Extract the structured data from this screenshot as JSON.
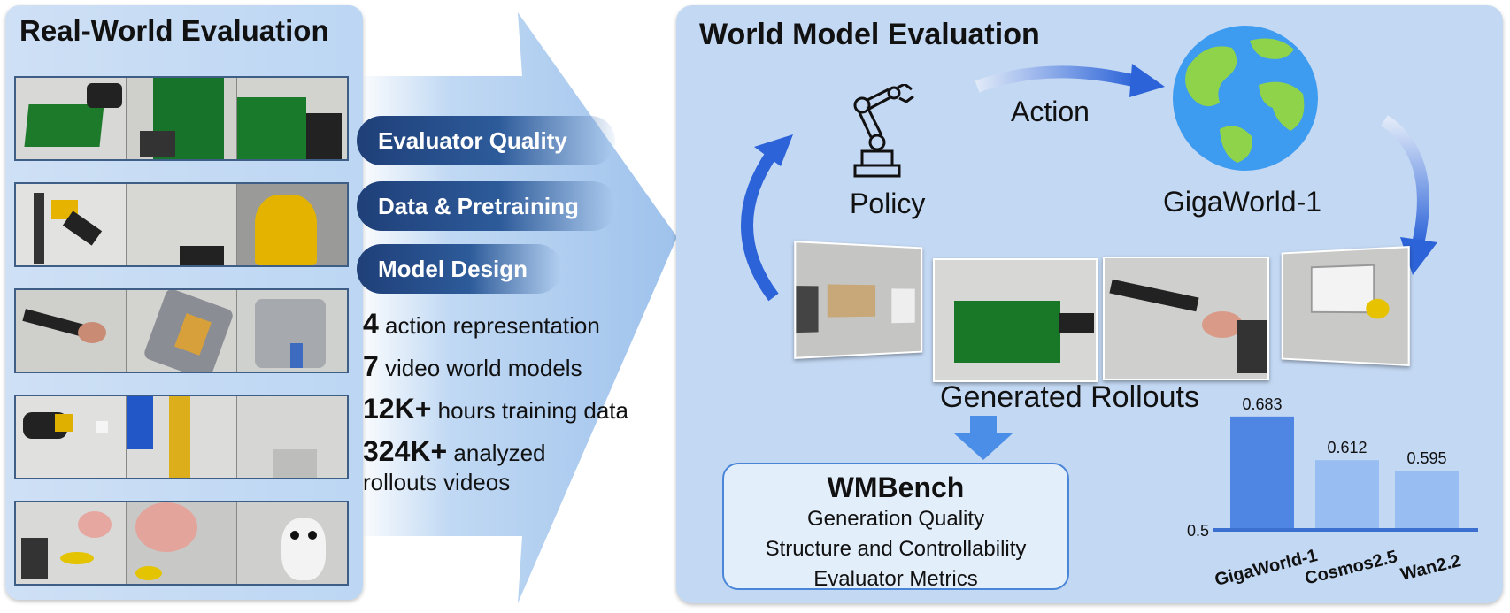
{
  "left": {
    "title": "Real-World Evaluation",
    "pills": [
      "Evaluator Quality",
      "Data & Pretraining",
      "Model Design"
    ],
    "stats": [
      {
        "num": "4",
        "text": " action representation"
      },
      {
        "num": "7",
        "text": " video world models"
      },
      {
        "num": "12K+",
        "text": " hours training data"
      },
      {
        "num": "324K+",
        "text": " analyzed"
      }
    ],
    "stats_cont": "rollouts videos"
  },
  "right": {
    "title": "World Model Evaluation",
    "action_label": "Action",
    "policy_label": "Policy",
    "world_label": "GigaWorld-1",
    "rollouts_label": "Generated Rollouts",
    "wmbench": {
      "title": "WMBench",
      "lines": [
        "Generation Quality",
        "Structure and Controllability",
        "Evaluator Metrics"
      ]
    }
  },
  "icons": [
    "robot-arm-icon",
    "globe-icon",
    "down-arrow-icon"
  ],
  "colors": {
    "accent_blue": "#4a86e8",
    "pill_dark": "#1f3f78",
    "bar_main": "#4f86e3",
    "bar_light": "#98bdf2"
  },
  "chart_data": {
    "type": "bar",
    "categories": [
      "GigaWorld-1",
      "Cosmos2.5",
      "Wan2.2"
    ],
    "values": [
      0.683,
      0.612,
      0.595
    ],
    "value_labels": [
      "0.683",
      "0.612",
      "0.595"
    ],
    "y_tick_label": "0.5",
    "ylim": [
      0.5,
      0.69
    ]
  }
}
